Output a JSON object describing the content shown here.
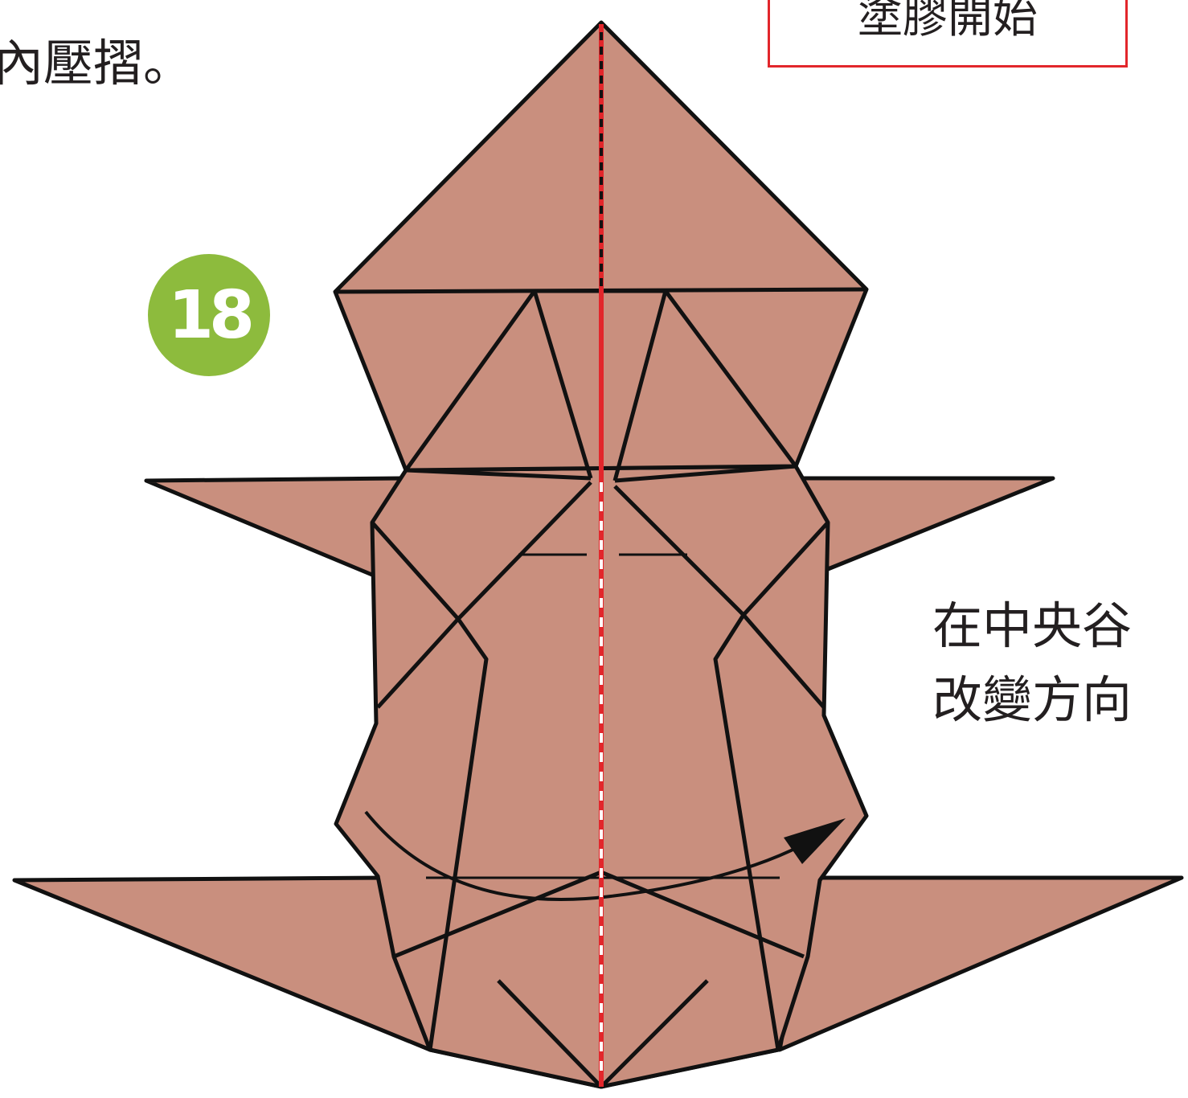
{
  "top_instruction": "內壓摺。",
  "label_box": "塗膠開始",
  "step_number": "18",
  "side_instruction": {
    "line1": "在中央谷",
    "line2": "改變方向"
  },
  "colors": {
    "paper": "#c98f7e",
    "outline": "#111111",
    "center_line": "#e2262b",
    "badge": "#8dbb3d",
    "box_border": "#e2262b"
  }
}
